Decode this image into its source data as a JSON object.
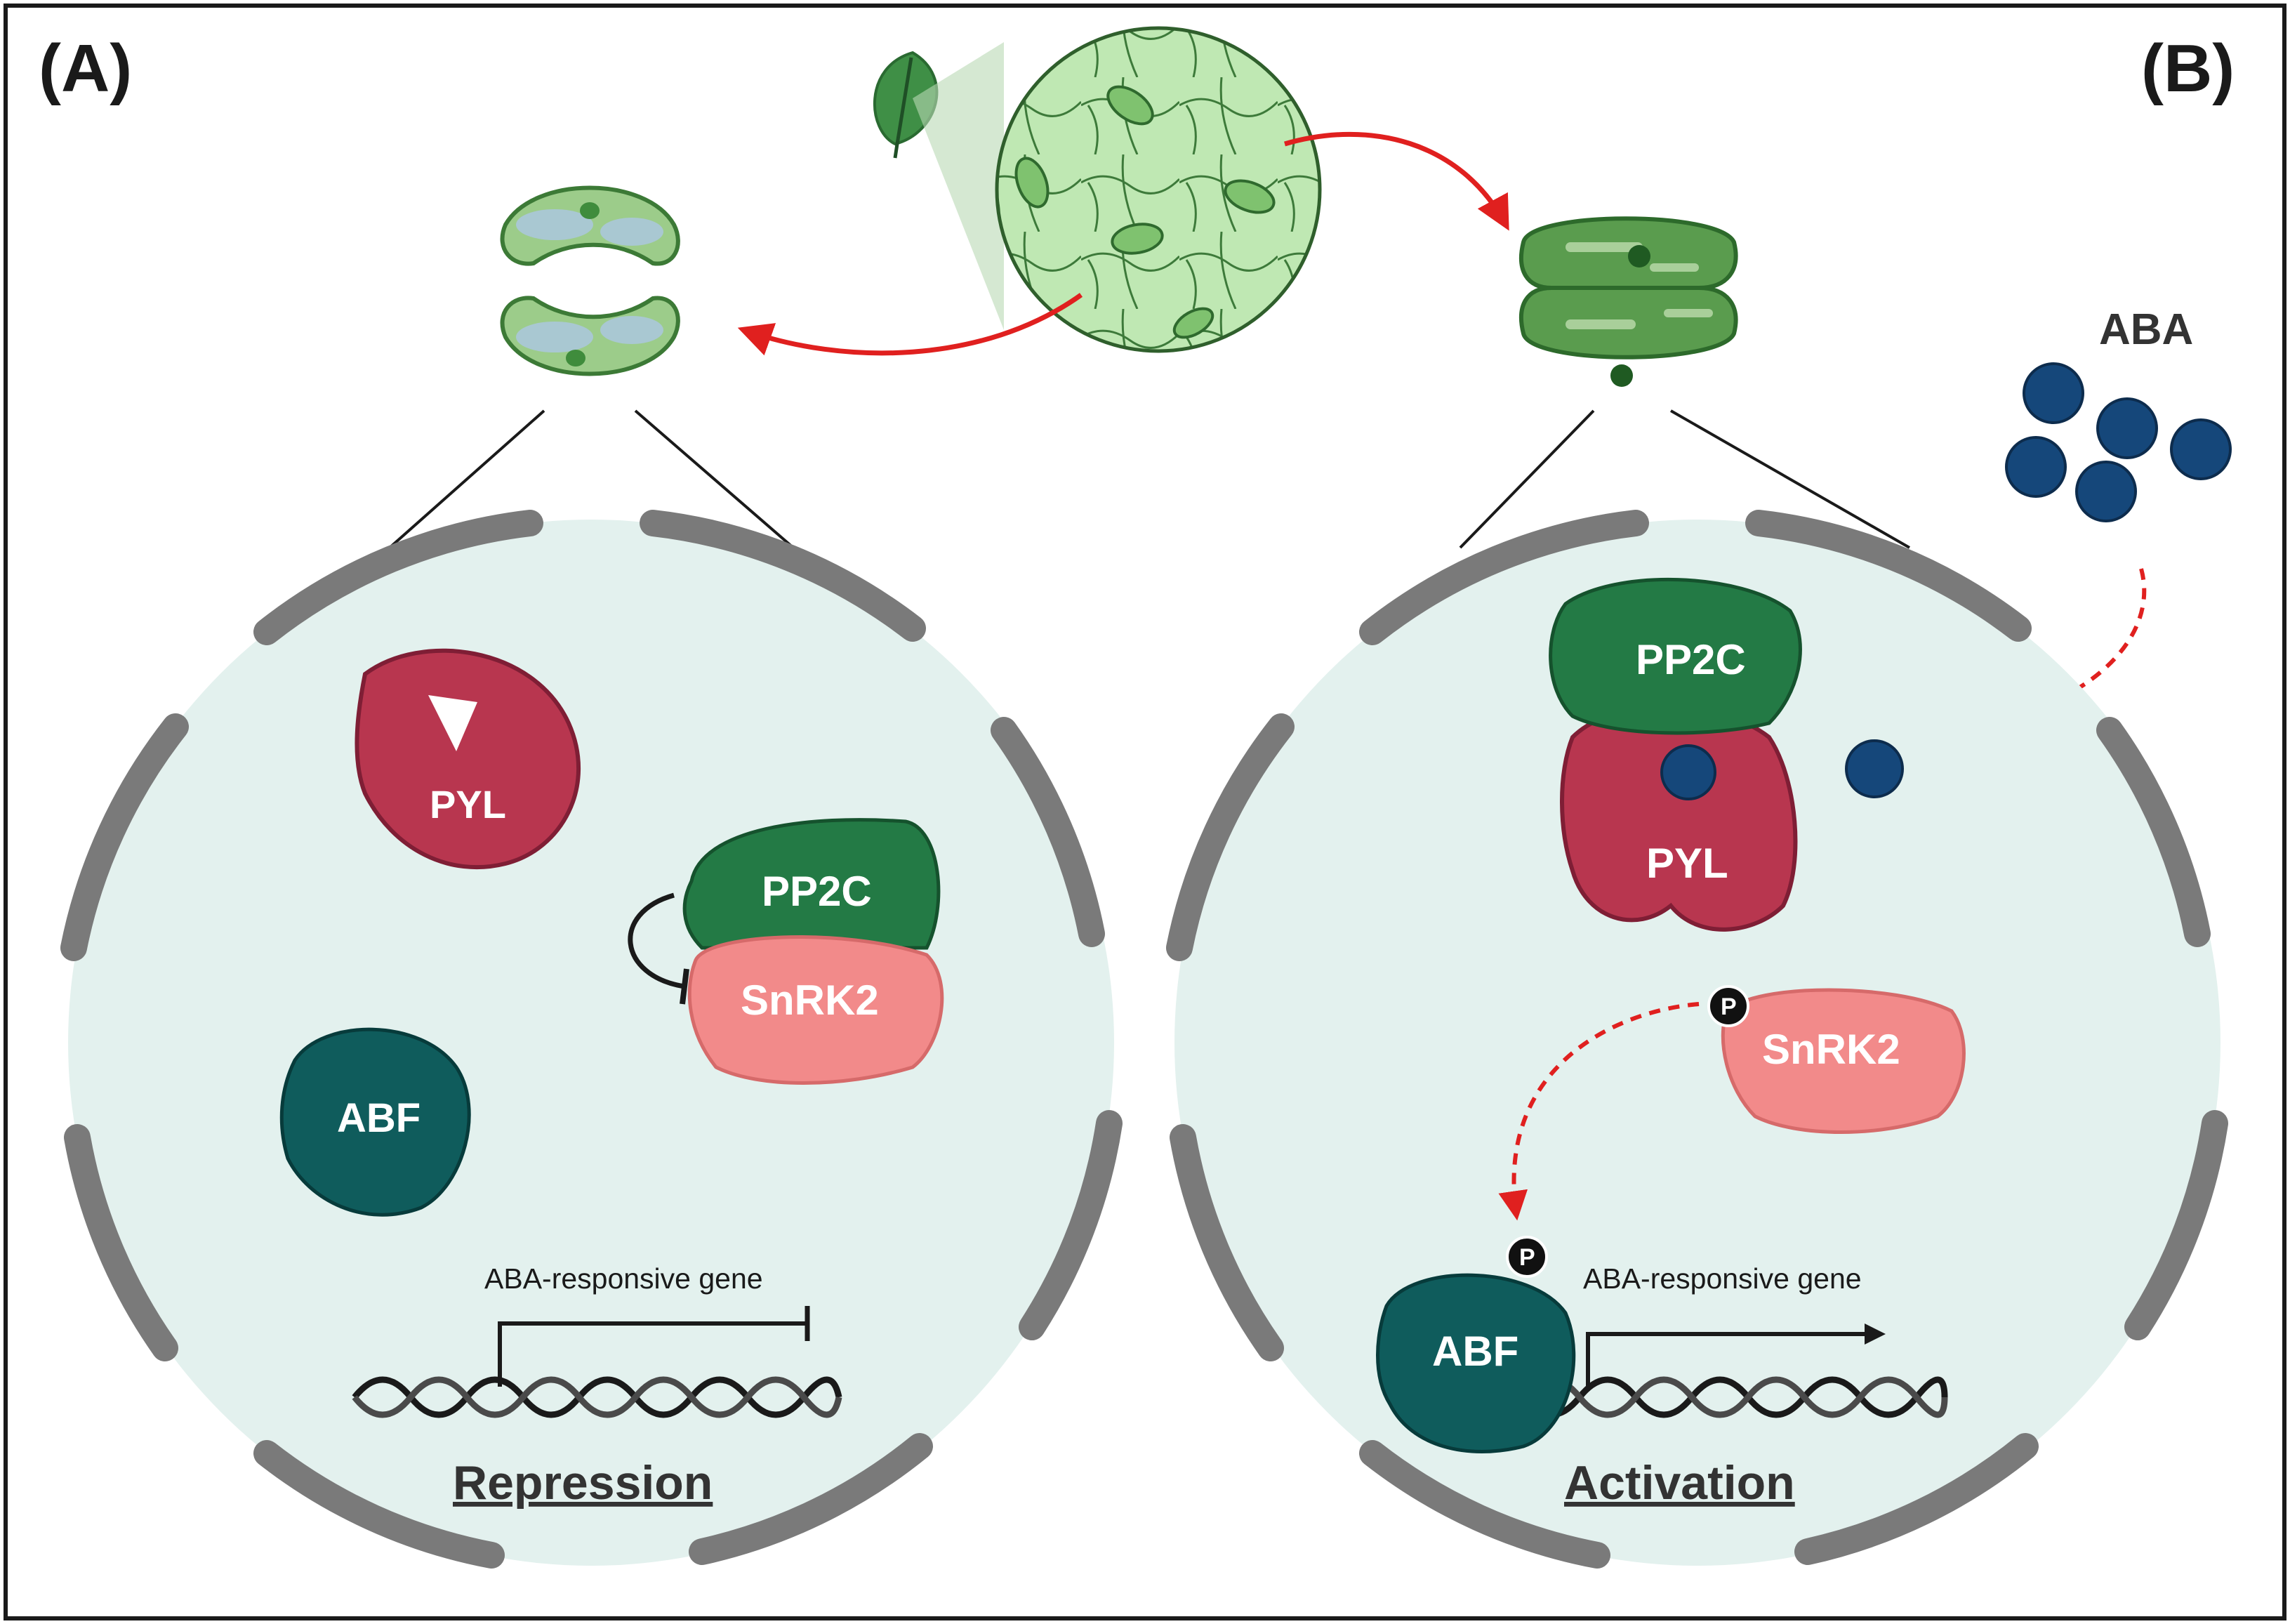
{
  "panels": {
    "a_label": "(A)",
    "b_label": "(B)"
  },
  "aba": {
    "label": "ABA"
  },
  "proteins": {
    "pyl": "PYL",
    "pp2c": "PP2C",
    "snrk2": "SnRK2",
    "abf": "ABF",
    "phospho": "P"
  },
  "gene": {
    "label": "ABA-responsive gene"
  },
  "outcomes": {
    "repression": "Repression",
    "activation": "Activation"
  },
  "colors": {
    "pyl": "#b8364f",
    "pp2c": "#237a45",
    "snrk2": "#f28a8a",
    "abf": "#0f5c5c",
    "aba": "#15477a",
    "cell": "#e3f1ee",
    "envelope": "#7a7a7a",
    "arrow": "#e0201f",
    "leaf": "#5fae58"
  },
  "icons": [
    "leaf-icon",
    "epidermis-magnifier",
    "open-stoma-icon",
    "closed-stoma-icon",
    "dna-helix-icon"
  ]
}
